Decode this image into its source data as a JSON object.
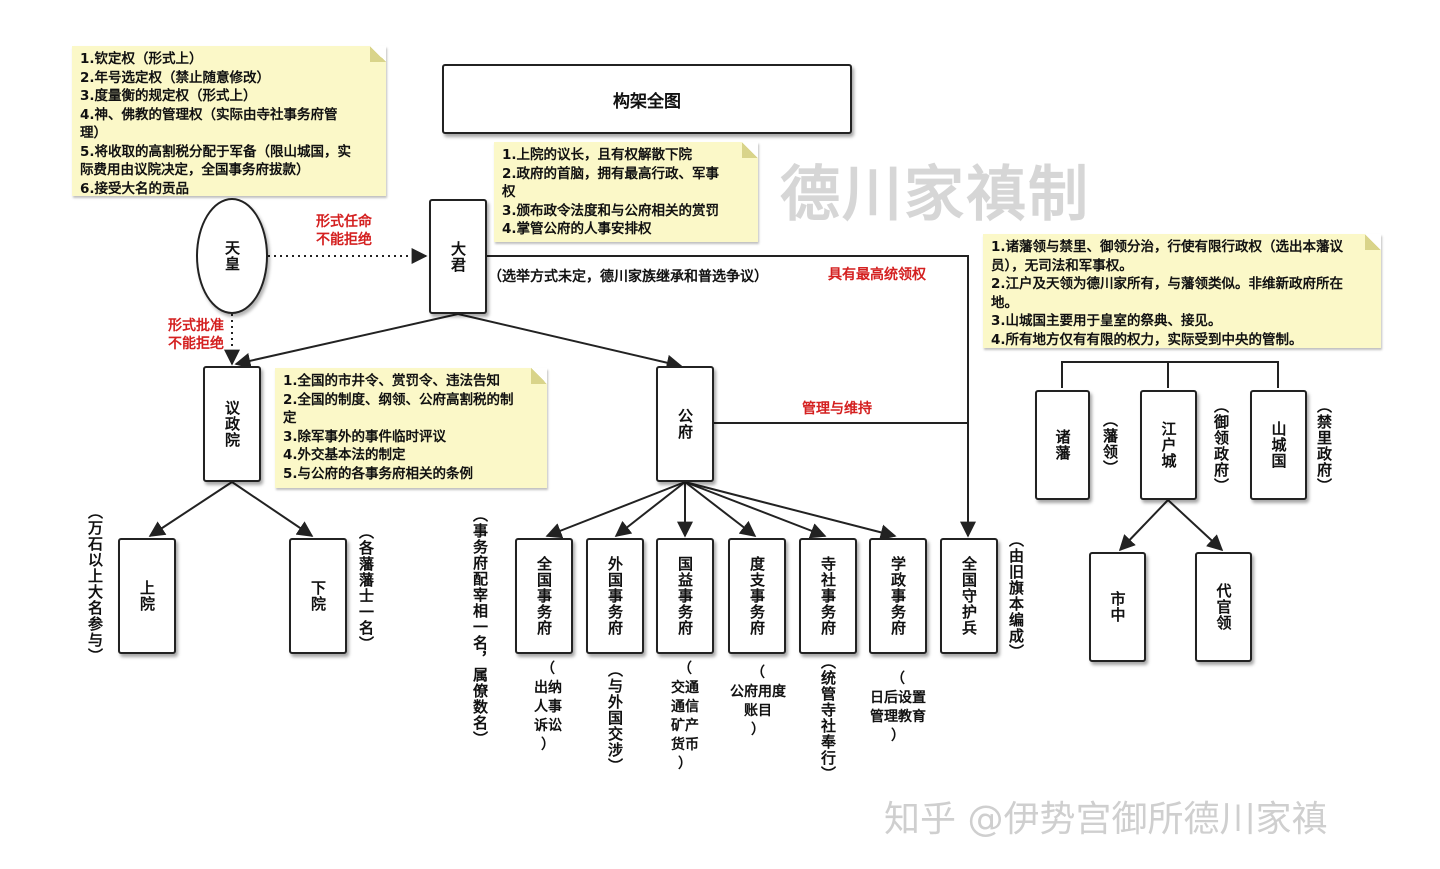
{
  "title": "构架全图",
  "watermark_title": "德川家禛制",
  "watermark_credit": "知乎 @伊势宫御所德川家禛",
  "colors": {
    "note_bg": "#fbf8c8",
    "red": "#d42020",
    "line": "#222222",
    "watermark": "#d6d6d6"
  },
  "nodes": {
    "tenno": "天皇",
    "taikun": "大君",
    "giseiin": "议政院",
    "kofu": "公府",
    "join": "上院",
    "kain": "下院",
    "zenkoku_jimu": "全国事务府",
    "gaikoku_jimu": "外国事务府",
    "kokueki_jimu": "国益事务府",
    "doshi_jimu": "度支事务府",
    "jisha_jimu": "寺社事务府",
    "gakusei_jimu": "学政事务府",
    "shugohei": "全国守护兵",
    "shohan": "诸藩",
    "edojo": "江户城",
    "yamashiro": "山城国",
    "shichu": "市中",
    "daikan": "代官领"
  },
  "relations": {
    "tenno_to_taikun": [
      "形式任命",
      "不能拒绝"
    ],
    "tenno_to_giseiin": [
      "形式批准",
      "不能拒绝"
    ],
    "kofu_to_right": "管理与维持",
    "taikun_to_right": "具有最高统领权"
  },
  "taikun_selection": "（选举方式未定，德川家族继承和普选争议）",
  "side_notes": {
    "join": "（万石以上大名参与）",
    "kain": "（各藩藩士一名）",
    "jimu": "（事务府配宰相一名，属僚数名）",
    "shugohei": "（由旧旗本编成）",
    "shohan": "（藩领）",
    "edojo": "（御领政府）",
    "yamashiro": "（禁里政府）"
  },
  "ministry_notes": {
    "zenkoku": [
      "（",
      "出纳",
      "人事",
      "诉讼",
      "）"
    ],
    "gaikoku": "（与外国交涉）",
    "kokueki": [
      "（",
      "交通",
      "通信",
      "矿产",
      "货币",
      "）"
    ],
    "doshi": [
      "（",
      "公府用度",
      "账目",
      "）"
    ],
    "jisha": "（统管寺社奉行）",
    "gakusei": [
      "（",
      "日后设置",
      "管理教育",
      "）"
    ]
  },
  "notes": {
    "tenno": [
      "1.钦定权（形式上）",
      "2.年号选定权（禁止随意修改）",
      "3.度量衡的规定权（形式上）",
      "4.神、佛教的管理权（实际由寺社事务府管",
      "理）",
      "5.将收取的高割税分配于军备（限山城国，实",
      "际费用由议院决定，全国事务府拔款）",
      "6.接受大名的贡品"
    ],
    "taikun": [
      "1.上院的议长，且有权解散下院",
      "2.政府的首脑，拥有最高行政、军事",
      "权",
      "3.颁布政令法度和与公府相关的赏罚",
      "4.掌管公府的人事安排权"
    ],
    "giseiin": [
      "1.全国的市井令、赏罚令、违法告知",
      "2.全国的制度、纲领、公府高割税的制",
      "定",
      "3.除军事外的事件临时评议",
      "4.外交基本法的制定",
      "5.与公府的各事务府相关的条例"
    ],
    "local": [
      "1.诸藩领与禁里、御领分治，行使有限行政权（选出本藩议",
      "员），无司法和军事权。",
      "2.江户及天领为德川家所有，与藩领类似。非维新政府所在",
      "地。",
      "3.山城国主要用于皇室的祭典、接见。",
      "4.所有地方仅有有限的权力，实际受到中央的管制。"
    ]
  }
}
